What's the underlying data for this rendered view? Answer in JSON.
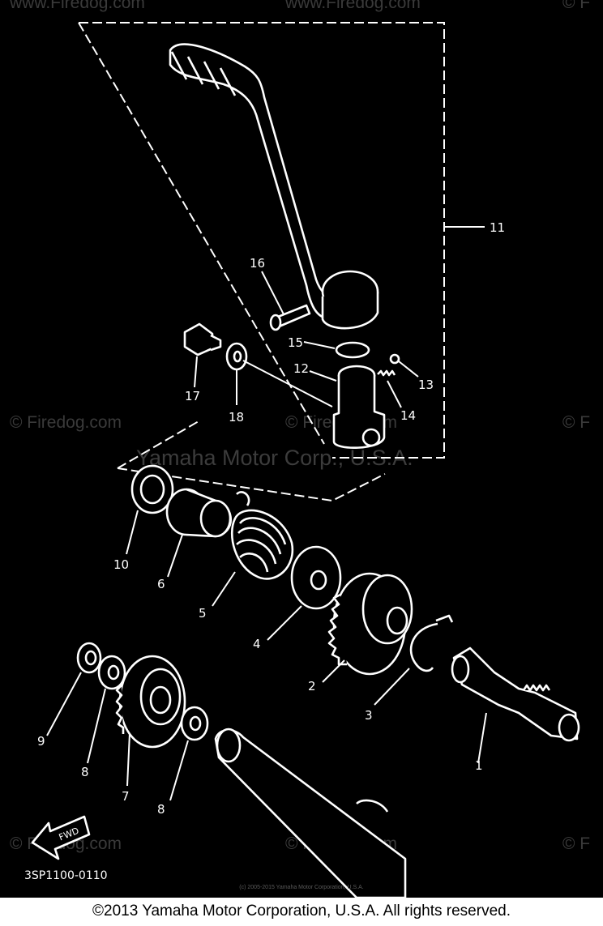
{
  "watermarks": {
    "site": "© Firedog.com",
    "site_top": "www.Firedog.com",
    "site_edge": "© F",
    "brand": "Yamaha Motor Corp., U.S.A."
  },
  "diagram": {
    "code": "3SP1100-0110",
    "fwd_label": "FWD",
    "copyright_small": "(c) 2005-2015 Yamaha Motor Corporation, U.S.A."
  },
  "callouts": [
    "1",
    "2",
    "3",
    "4",
    "5",
    "6",
    "7",
    "8",
    "9",
    "10",
    "11",
    "12",
    "13",
    "14",
    "15",
    "16",
    "17",
    "18",
    "8"
  ],
  "footer": {
    "text": "©2013 Yamaha Motor Corporation, U.S.A. All rights reserved."
  },
  "colors": {
    "background": "#000000",
    "line": "#ffffff",
    "footer_bg": "#ffffff"
  }
}
